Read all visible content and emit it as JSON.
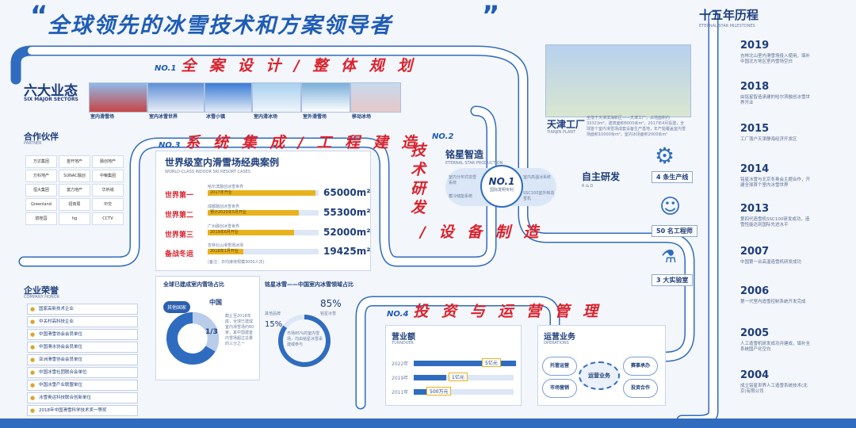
{
  "header": {
    "title": "全球领先的冰雪技术和方案领导者",
    "milestones_title": "十五年历程",
    "milestones_sub": "ETERNAL STAR MILESTONES"
  },
  "stages": [
    {
      "no": "NO.1",
      "label": "全 案 设 计 / 整 体 规 划"
    },
    {
      "no": "NO.3",
      "label": "系 统 集 成 / 工 程 建 造"
    },
    {
      "no": "NO.2",
      "label_v": "技 术 研 发",
      "label_h": "/ 设 备 制 造"
    },
    {
      "no": "NO.4",
      "label": "投 资 与 运 营 管 理"
    }
  ],
  "six_sectors": {
    "title": "六大业态",
    "sub": "SIX MAJOR SECTORS",
    "items": [
      "室内滑雪场",
      "室内冰雪世界",
      "冰雪小镇",
      "室内滑冰场",
      "室外滑雪场",
      "移动冰场"
    ]
  },
  "partners": {
    "title": "合作伙伴",
    "sub": "PARTNER",
    "items": [
      "万达集团",
      "首开地产",
      "融创地产",
      "万科地产",
      "SUNAC融创",
      "中粮集团",
      "恒大集团",
      "富力地产",
      "华侨城",
      "Greenland",
      "招商局",
      "中交",
      "碧桂园",
      "hg",
      "CCTV"
    ]
  },
  "honors": {
    "title": "企业荣誉",
    "sub": "COMPANY HONOR",
    "items": [
      "国家高新技术企业",
      "中关村高科技企业",
      "中国滑雪协会会员单位",
      "中国滑冰协会会员单位",
      "亚洲滑雪协会会员单位",
      "中国冰雪社团联合会单位",
      "中国冰雪产业联盟单位",
      "冰雪奥运科技联合创新单位",
      "2018年中国滑雪科学技术奖一等奖"
    ]
  },
  "cases": {
    "title": "世界级室内滑雪场经典案例",
    "sub": "WORLD-CLASS INDOOR SKI RESORT CASES",
    "note": "(备注：日均接待规模3000人次)",
    "rows": [
      {
        "rank": "世界第一",
        "name": "哈尔滨融创冰雪世界",
        "bar": "2017年开业",
        "area": "65000m²",
        "fill": 0.95
      },
      {
        "rank": "世界第二",
        "name": "成都融创冰雪世界",
        "bar": "预计2020年5月开业",
        "area": "55300m²",
        "fill": 0.8
      },
      {
        "rank": "世界第三",
        "name": "广州融创冰雪世界",
        "bar": "2019年6月开业",
        "area": "52000m²",
        "fill": 0.76
      },
      {
        "rank": "备战冬运",
        "name": "吉林北山滑雪场冰场",
        "bar": "2018年1月开业",
        "area": "19425m²",
        "fill": 0.3
      }
    ]
  },
  "pie": {
    "title": "全球已建成室内雪场占比",
    "other_label": "其他国家",
    "china_label": "中国",
    "china_share": "1/3",
    "china_value": 0.3333,
    "text": "截止至2018年底，全球已建成室内滑雪场约60家，其中国建室内雪场超过总量的三分之一"
  },
  "share": {
    "title": "铭星冰雪——中国室内冰雪领域占比",
    "big": "85%",
    "big_label": "铭星冰雪",
    "small": "15%",
    "small_label": "其他品牌",
    "big_value": 0.85,
    "text": "市场85%的室内雪场，均由铭星冰雪承建或参与"
  },
  "plant": {
    "title": "天津工厂",
    "sub": "TIANJIN PLANT",
    "text": "坐落于天津滨海新区——天津工厂，占地面积约33323m²，建筑面积8000余m²，2017年4月投建，全球首个室内滑雪场成套设备生产基地，年产能覆盖室内雪场面积10000余m²，室内冰场面积2000余m²"
  },
  "mingxing": {
    "title": "铭星智造",
    "sub": "ETERNAL STAR PRODUCTION",
    "center": "NO.1",
    "center_sub": "国际发明专利",
    "items": [
      "室内分布式造雪系统",
      "蓄冷储能系统",
      "室内高温冰系统",
      "SSC100室外制造雪机"
    ]
  },
  "rd": {
    "title": "自主研发",
    "sub": "R & D",
    "items": [
      "4 条生产线",
      "50 名工程师",
      "3 大实验室"
    ]
  },
  "revenue": {
    "title": "营业额",
    "sub": "TURNOVER",
    "rows": [
      {
        "year": "2022年",
        "label": "5亿元",
        "fill": 1.0
      },
      {
        "year": "2019年",
        "label": "1亿元",
        "fill": 0.3
      },
      {
        "year": "2011年",
        "label": "500万元",
        "fill": 0.1
      }
    ]
  },
  "operations": {
    "title": "运营业务",
    "sub": "OPERATIONS",
    "center": "运营业务",
    "items": [
      "托管运营",
      "赛事承办",
      "市场营销",
      "投资合作"
    ]
  },
  "milestones": [
    {
      "year": "2019",
      "text": "吉林北山室内滑雪场投入使用，填补中国北方地区室内雪场空白"
    },
    {
      "year": "2018",
      "text": "由铭星智造承建的哈尔滨融创冰雪世界开业"
    },
    {
      "year": "2015",
      "text": "工厂落户天津静海经济开发区"
    },
    {
      "year": "2014",
      "text": "铭星冰雪与北京冬奥会主题合作，开建全球首个室内冰雪世界"
    },
    {
      "year": "2013",
      "text": "第四代造雪机SSC100研发成功，造雪性能达到国际先进水平"
    },
    {
      "year": "2007",
      "text": "中国第一台高温造雪机研发成功"
    },
    {
      "year": "2006",
      "text": "第一代室内造雪控制系统开发完成"
    },
    {
      "year": "2005",
      "text": "人工造雪机研发成功并建成，填补全系统国产化空白"
    },
    {
      "year": "2004",
      "text": "成立铭星世界人工造雪系统技术(北京)有限公司"
    }
  ],
  "colors": {
    "blue": "#1e5cb5",
    "red": "#d9232e",
    "road": "#e7eef8",
    "gold": "#e8b21d"
  }
}
